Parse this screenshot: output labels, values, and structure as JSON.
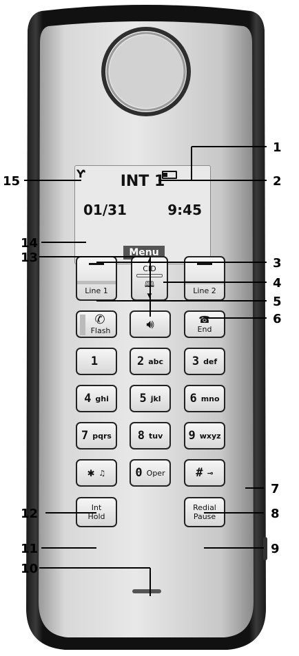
{
  "display": {
    "title": "INT 1",
    "date": "01/31",
    "time": "9:45",
    "menu_label": "Menu",
    "antenna_icon": "antenna-icon",
    "battery_icon": "battery-icon"
  },
  "keys": {
    "left_soft": "Line 1",
    "right_soft": "Line 2",
    "nav_up": "CID",
    "flash": "Flash",
    "speaker": "speaker-icon",
    "end": "End",
    "k1": {
      "digit": "1",
      "letters": ""
    },
    "k2": {
      "digit": "2",
      "letters": "abc"
    },
    "k3": {
      "digit": "3",
      "letters": "def"
    },
    "k4": {
      "digit": "4",
      "letters": "ghi"
    },
    "k5": {
      "digit": "5",
      "letters": "jkl"
    },
    "k6": {
      "digit": "6",
      "letters": "mno"
    },
    "k7": {
      "digit": "7",
      "letters": "pqrs"
    },
    "k8": {
      "digit": "8",
      "letters": "tuv"
    },
    "k9": {
      "digit": "9",
      "letters": "wxyz"
    },
    "star": {
      "digit": "✱",
      "letters": "♫"
    },
    "k0": {
      "digit": "0",
      "letters": "Oper"
    },
    "hash": {
      "digit": "#",
      "letters": "⊸"
    },
    "int_hold": {
      "line1": "Int",
      "line2": "Hold"
    },
    "redial": {
      "line1": "Redial",
      "line2": "Pause"
    }
  },
  "callouts": [
    "1",
    "2",
    "3",
    "4",
    "5",
    "6",
    "7",
    "8",
    "9",
    "10",
    "11",
    "12",
    "13",
    "14",
    "15"
  ]
}
